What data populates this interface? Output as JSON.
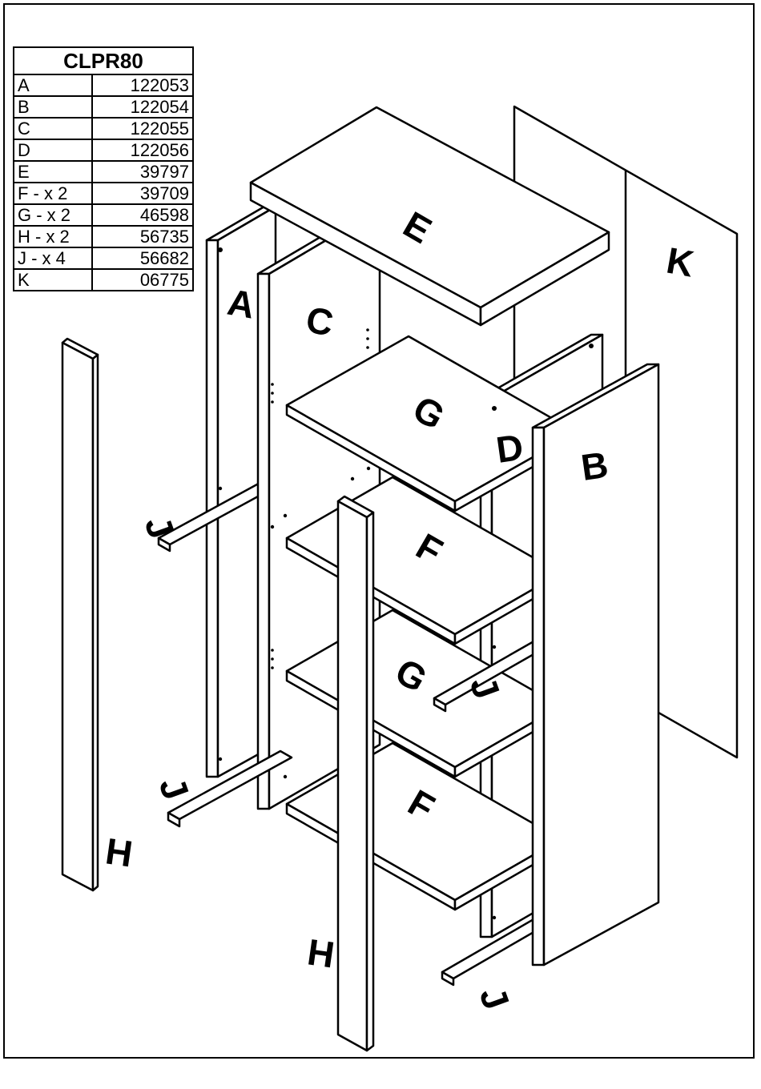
{
  "parts_table": {
    "title": "CLPR80",
    "rows": [
      {
        "part": "A",
        "code": "122053"
      },
      {
        "part": "B",
        "code": "122054"
      },
      {
        "part": "C",
        "code": "122055"
      },
      {
        "part": "D",
        "code": "122056"
      },
      {
        "part": "E",
        "code": "39797"
      },
      {
        "part": "F - x 2",
        "code": "39709"
      },
      {
        "part": "G - x 2",
        "code": "46598"
      },
      {
        "part": "H - x 2",
        "code": "56735"
      },
      {
        "part": "J - x 4",
        "code": "56682"
      },
      {
        "part": "K",
        "code": "06775"
      }
    ]
  },
  "part_labels": {
    "a": "A",
    "b": "B",
    "c": "C",
    "d": "D",
    "e": "E",
    "f_upper": "F",
    "f_lower": "F",
    "g_upper": "G",
    "g_lower": "G",
    "h_left": "H",
    "h_front": "H",
    "j_upper_left": "J",
    "j_lower_left": "J",
    "j_right_mid": "J",
    "j_right_bottom": "J",
    "k": "K"
  }
}
